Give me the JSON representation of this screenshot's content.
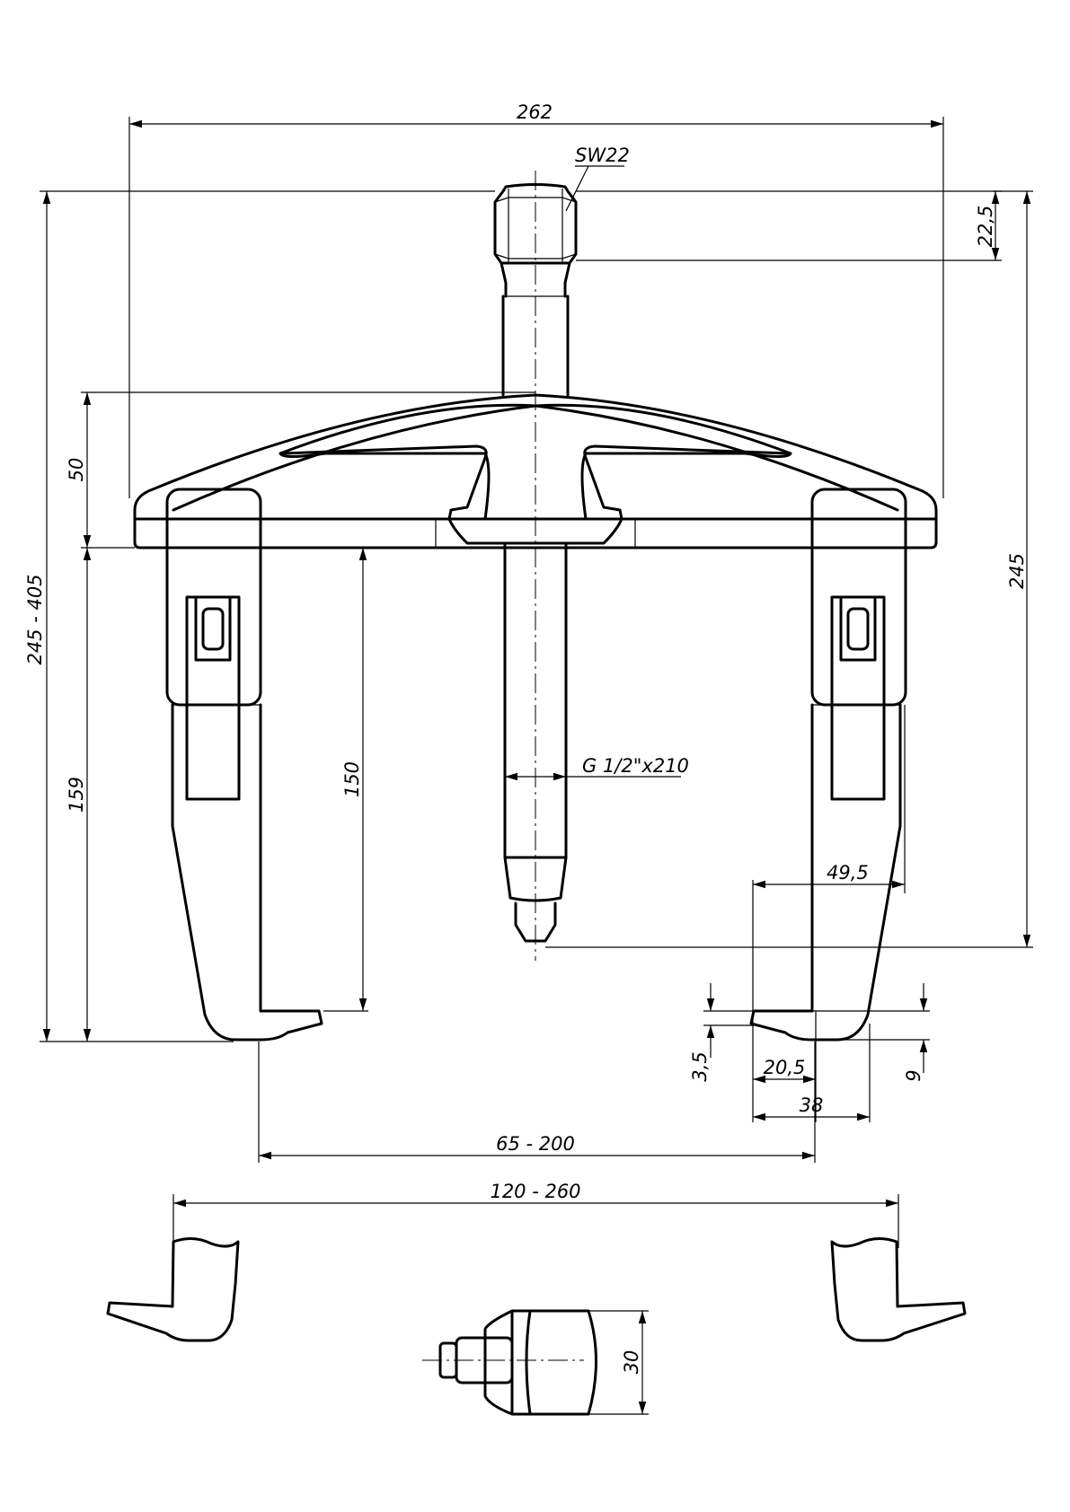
{
  "drawing": {
    "dimensions": {
      "overall_width": "262",
      "socket_size": "SW22",
      "head_height": "22,5",
      "crossbar_height": "50",
      "adjustable_height": "245 - 405",
      "body_height": "245",
      "jaw_height_outer": "159",
      "jaw_height_inner": "150",
      "thread_spec": "G 1/2\"x210",
      "jaw_offset": "49,5",
      "lip_thickness": "3,5",
      "lip_depth": "20,5",
      "tip_height": "9",
      "jaw_width": "38",
      "inner_span": "65 - 200",
      "outer_span": "120 - 260",
      "detail_width": "30"
    }
  }
}
